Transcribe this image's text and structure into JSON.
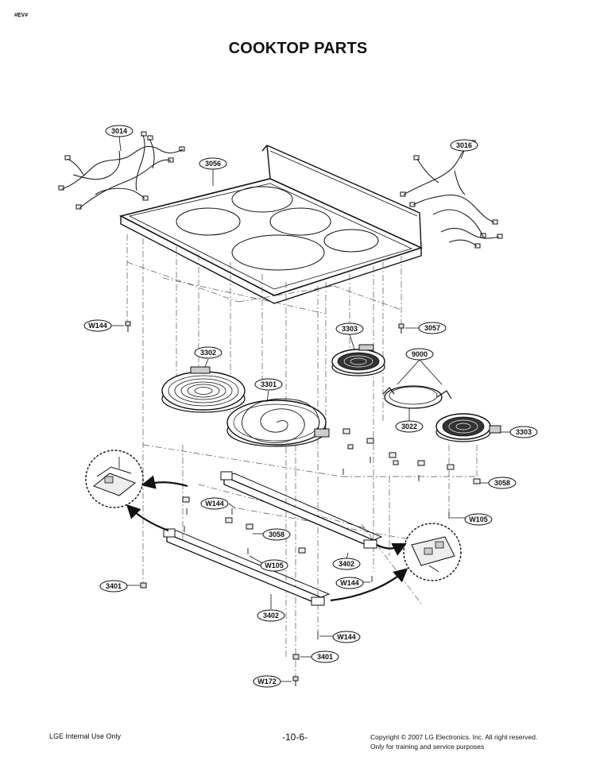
{
  "header": {
    "tag": "#EV#",
    "title": "COOKTOP PARTS"
  },
  "parts": {
    "p3014": "3014",
    "p3016": "3016",
    "p3056": "3056",
    "pW144a": "W144",
    "p3303a": "3303",
    "p3057": "3057",
    "p3302": "3302",
    "p9000": "9000",
    "p3301": "3301",
    "p3022": "3022",
    "p3303b": "3303",
    "p3058a": "3058",
    "pW144b": "W144",
    "p3058b": "3058",
    "pW105a": "W105",
    "pW105b": "W105",
    "p3402a": "3402",
    "pW144c": "W144",
    "p3401a": "3401",
    "p3402b": "3402",
    "pW144d": "W144",
    "p3401b": "3401",
    "pW172": "W172"
  },
  "footer": {
    "left": "LGE Internal Use Only",
    "center": "-10-6-",
    "copyright": "Copyright © 2007 LG Electronics. Inc. All right reserved.",
    "purpose": "Only for training and service purposes"
  }
}
